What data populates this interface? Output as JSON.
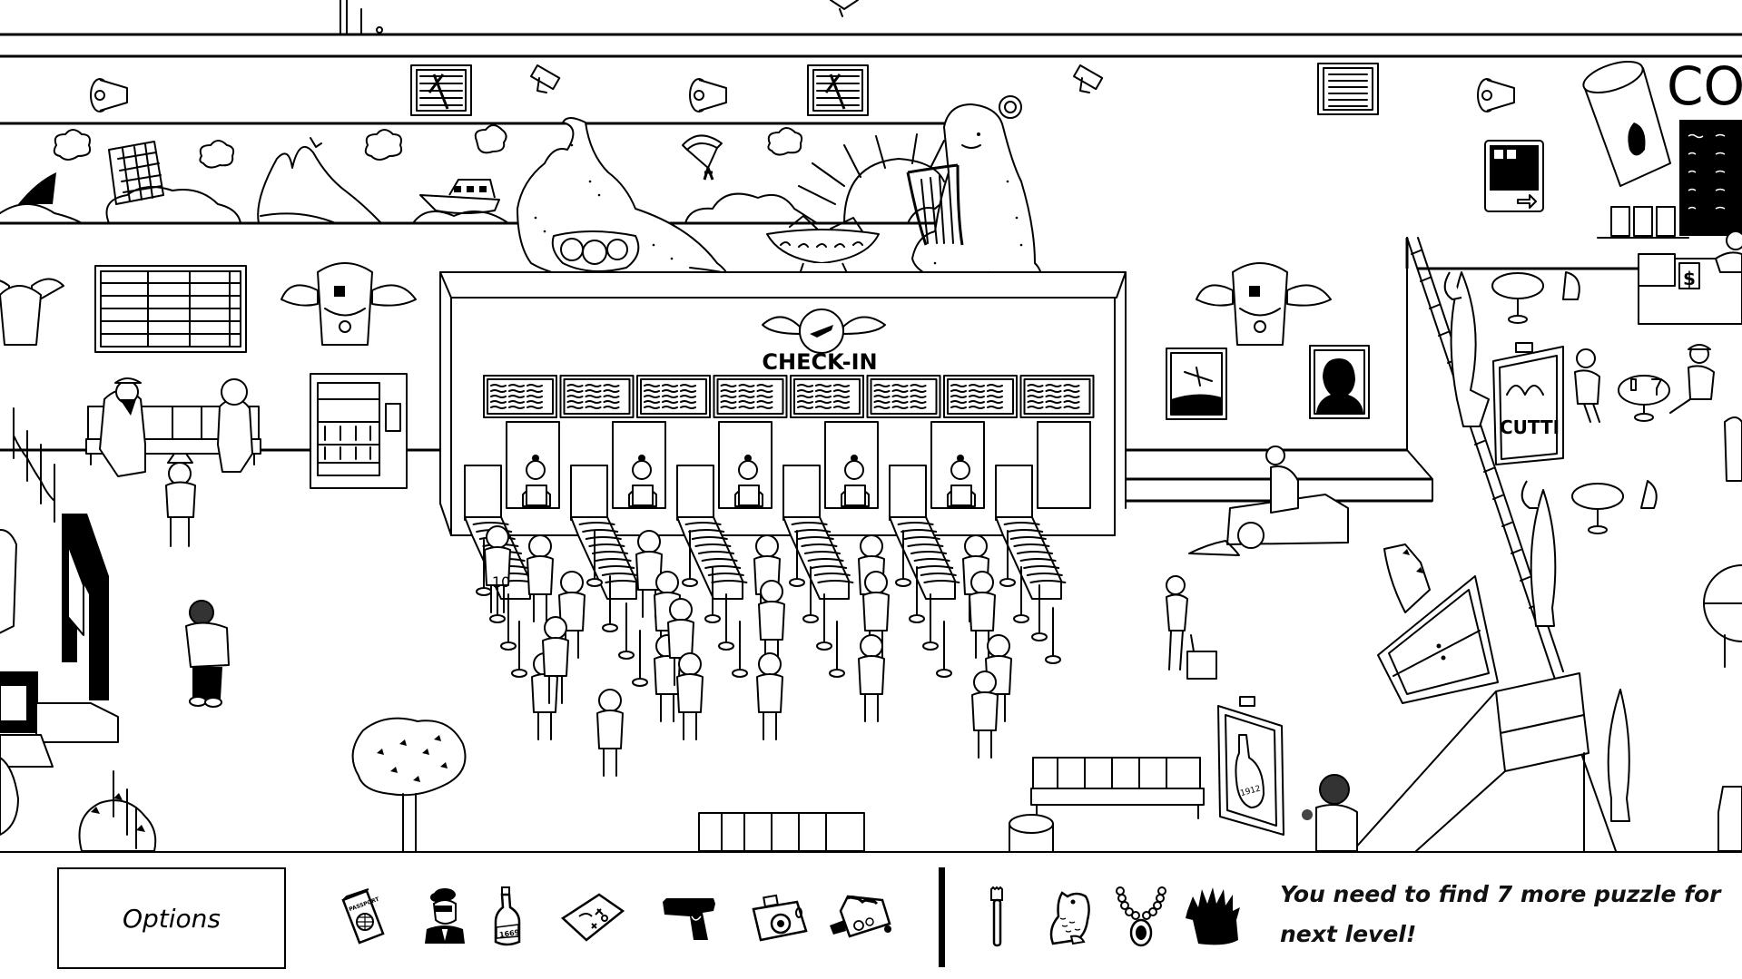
{
  "scene": {
    "name": "Airport check-in hall",
    "check_in_sign": "CHECK-IN",
    "coffee_sign": "COF",
    "cutti_sign": "CUTTI",
    "bottle_poster_label": "1912",
    "jersey_number": "10",
    "price_sign": "$",
    "counter_count": 6,
    "board_count": 8
  },
  "hud": {
    "options_label": "Options",
    "hint_text": "You need to find 7 more puzzle for next level!",
    "remaining_count": 7,
    "items_group_a": [
      {
        "name": "passport",
        "label": "PASSPORT",
        "icon": "passport-icon"
      },
      {
        "name": "pilot",
        "icon": "pilot-icon"
      },
      {
        "name": "bottle",
        "label": "1669",
        "icon": "bottle-icon"
      },
      {
        "name": "treasure-map",
        "icon": "map-icon"
      },
      {
        "name": "pistol",
        "icon": "pistol-icon"
      },
      {
        "name": "camera",
        "icon": "camera-icon"
      },
      {
        "name": "hippie-van",
        "icon": "van-icon"
      }
    ],
    "items_group_b": [
      {
        "name": "toothbrush",
        "icon": "toothbrush-icon"
      },
      {
        "name": "owl",
        "icon": "owl-icon"
      },
      {
        "name": "necklace",
        "icon": "necklace-icon"
      },
      {
        "name": "potted-plant",
        "icon": "plant-icon"
      }
    ]
  },
  "colors": {
    "ink": "#000000",
    "paper": "#ffffff",
    "skin_dark": "#444444"
  }
}
